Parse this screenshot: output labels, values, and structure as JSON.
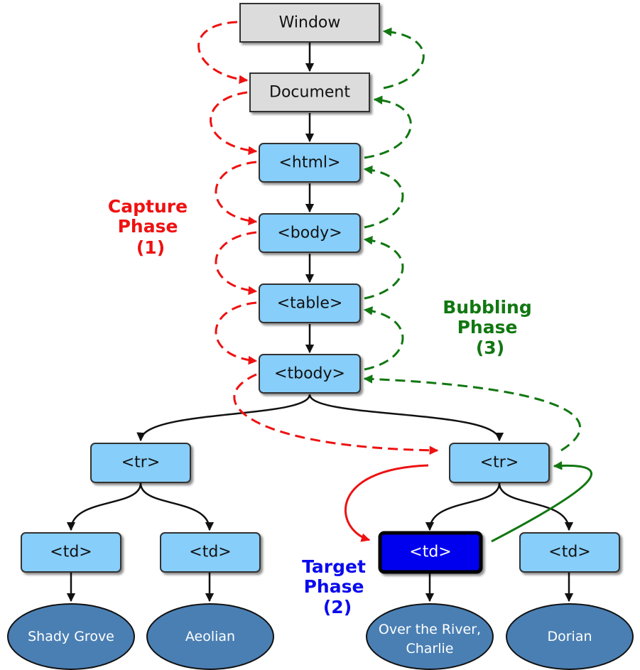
{
  "nodes": {
    "window": "Window",
    "document": "Document",
    "html": "<html>",
    "body": "<body>",
    "table": "<table>",
    "tbody": "<tbody>",
    "tr_left": "<tr>",
    "tr_right": "<tr>",
    "td_1": "<td>",
    "td_2": "<td>",
    "td_target": "<td>",
    "td_4": "<td>"
  },
  "leaves": {
    "leaf_1": "Shady Grove",
    "leaf_2": "Aeolian",
    "leaf_3_line1": "Over the River,",
    "leaf_3_line2": "Charlie",
    "leaf_4": "Dorian"
  },
  "phases": {
    "capture": {
      "line1": "Capture",
      "line2": "Phase",
      "line3": "(1)"
    },
    "bubbling": {
      "line1": "Bubbling",
      "line2": "Phase",
      "line3": "(3)"
    },
    "target": {
      "line1": "Target",
      "line2": "Phase",
      "line3": "(2)"
    }
  },
  "colors": {
    "gray_box": "#dcdcdc",
    "blue_box": "#87cefa",
    "target_box": "#0000ee",
    "leaf_ellipse": "#4a7fb3",
    "capture": "#ee1111",
    "bubbling": "#117711",
    "tree_edge": "#111111"
  }
}
